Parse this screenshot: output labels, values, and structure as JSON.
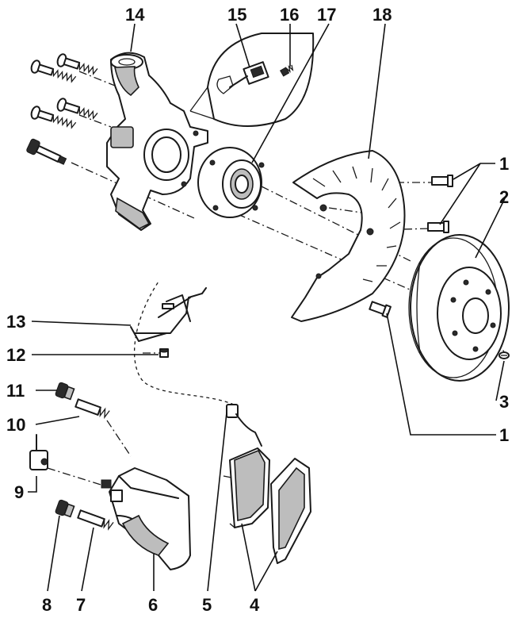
{
  "callouts": {
    "c1a": "1",
    "c1b": "1",
    "c2": "2",
    "c3": "3",
    "c4": "4",
    "c5": "5",
    "c6": "6",
    "c7": "7",
    "c8": "8",
    "c9": "9",
    "c10": "10",
    "c11": "11",
    "c12": "12",
    "c13": "13",
    "c14": "14",
    "c15": "15",
    "c16": "16",
    "c17": "17",
    "c18": "18"
  }
}
